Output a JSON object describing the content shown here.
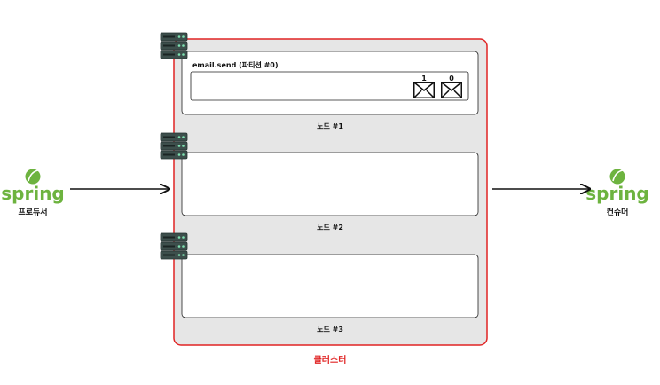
{
  "producer": {
    "logo_text": "spring",
    "label": "프로듀서"
  },
  "consumer": {
    "logo_text": "spring",
    "label": "컨슈머"
  },
  "cluster": {
    "label": "클러스터",
    "border_color": "#e02424",
    "fill_color": "#e6e6e6"
  },
  "nodes": [
    {
      "label": "노드 #1",
      "partition": {
        "title": "email.send (파티션 #0)",
        "messages": [
          {
            "offset": "1",
            "icon": "envelope-icon"
          },
          {
            "offset": "0",
            "icon": "envelope-icon"
          }
        ]
      }
    },
    {
      "label": "노드 #2"
    },
    {
      "label": "노드 #3"
    }
  ],
  "colors": {
    "spring_green": "#6db33f",
    "arrow": "#111111",
    "server_body": "#3d4f4c"
  },
  "icons": {
    "server": "server-rack-icon",
    "spring": "spring-leaf-icon",
    "message": "envelope-icon"
  }
}
